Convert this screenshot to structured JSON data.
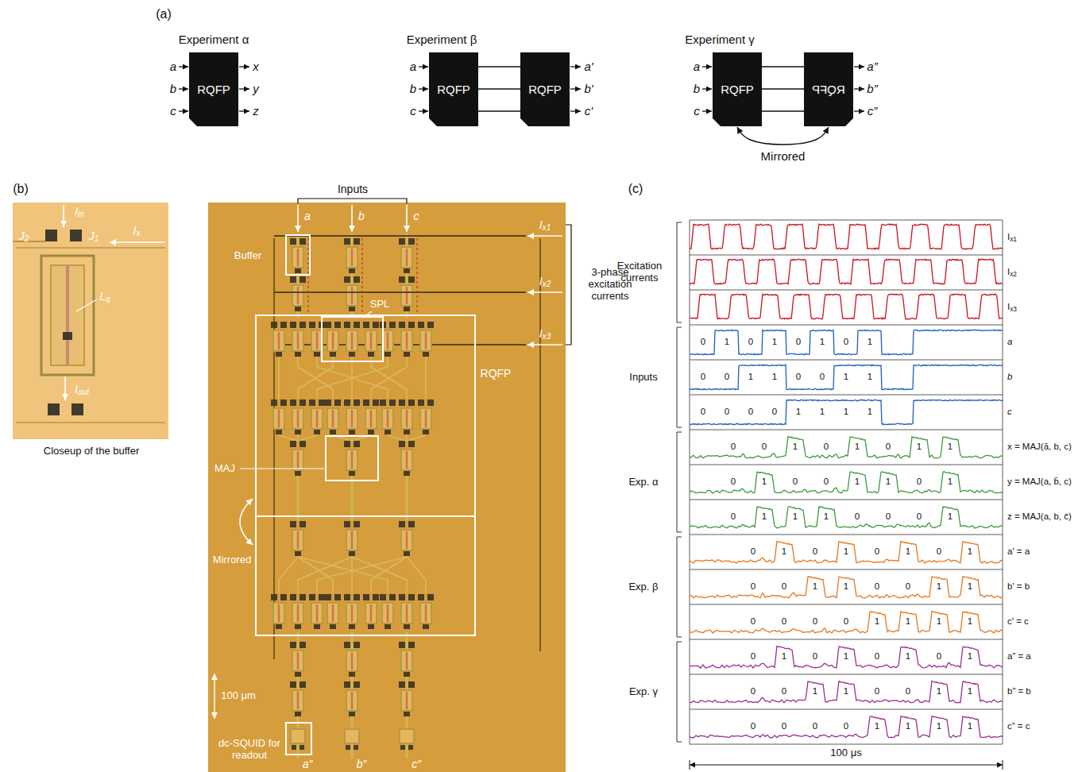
{
  "diagram": {
    "nodes": [
      {
        "text": [
          "RQFP"
        ]
      },
      {
        "text": [
          "RQFP"
        ]
      },
      {
        "text": [
          "RQFP"
        ]
      },
      {
        "text": [
          "RQFP"
        ]
      },
      {
        "text": [
          "RQFP"
        ]
      }
    ],
    "edges": [
      {
        "from": 1,
        "to": 2,
        "arrow": "none"
      },
      {
        "from": 1,
        "to": 2,
        "arrow": "none"
      },
      {
        "from": 1,
        "to": 2,
        "arrow": "none"
      },
      {
        "from": 3,
        "to": 4,
        "arrow": "none"
      },
      {
        "from": 3,
        "to": 4,
        "arrow": "none"
      },
      {
        "from": 3,
        "to": 4,
        "arrow": "none"
      },
      {
        "from": 3,
        "to": 4,
        "arrow": "both",
        "label": "Mirrored"
      }
    ],
    "labels": [
      "(a)",
      "Experiment α",
      "a",
      "b",
      "c",
      "x",
      "y",
      "z",
      "Experiment β",
      "a",
      "b",
      "c",
      "a'",
      "b'",
      "c'",
      "Experiment γ",
      "a",
      "b",
      "c",
      "a”",
      "b”",
      "c”",
      "(b)",
      "Iin",
      "J2",
      "J1",
      "Ix",
      "Lq",
      "Iout",
      "Closeup of the buffer",
      "Inputs",
      "a",
      "b",
      "c",
      "Ix1",
      "Ix2",
      "Ix3",
      "3-phase excitation currents",
      "Buffer",
      "SPL",
      "RQFP",
      "MAJ",
      "Mirrored",
      "100 μm",
      "dc-SQUID for readout",
      "a”",
      "b”",
      "c”",
      "(c)",
      "Excitation currents",
      "Inputs",
      "Exp. α",
      "Exp. β",
      "Exp. γ",
      "Ix1",
      "Ix2",
      "Ix3",
      "a",
      "b",
      "c",
      "x = MAJ(ā, b, c)",
      "y = MAJ(a, b̄, c)",
      "z = MAJ(a, b, c̄)",
      "a' = a",
      "b' = b",
      "c' = c",
      "a” = a",
      "b” = b",
      "c” = c",
      "100 μs",
      "0",
      "1",
      "0",
      "1",
      "0",
      "1",
      "0",
      "1",
      "0",
      "0",
      "1",
      "1",
      "0",
      "0",
      "1",
      "1",
      "0",
      "0",
      "0",
      "0",
      "1",
      "1",
      "1",
      "1",
      "0",
      "0",
      "1",
      "0",
      "1",
      "0",
      "1",
      "1",
      "0",
      "1",
      "0",
      "0",
      "1",
      "1",
      "0",
      "1",
      "0",
      "1",
      "1",
      "1",
      "0",
      "0",
      "0",
      "1",
      "0",
      "1",
      "0",
      "1",
      "0",
      "1",
      "0",
      "1",
      "0",
      "0",
      "1",
      "1",
      "0",
      "0",
      "1",
      "1",
      "0",
      "0",
      "0",
      "0",
      "1",
      "1",
      "1",
      "1",
      "0",
      "1",
      "0",
      "1",
      "0",
      "1",
      "0",
      "1",
      "0",
      "0",
      "1",
      "1",
      "0",
      "0",
      "1",
      "1",
      "0",
      "0",
      "0",
      "0",
      "1",
      "1",
      "1",
      "1"
    ]
  }
}
